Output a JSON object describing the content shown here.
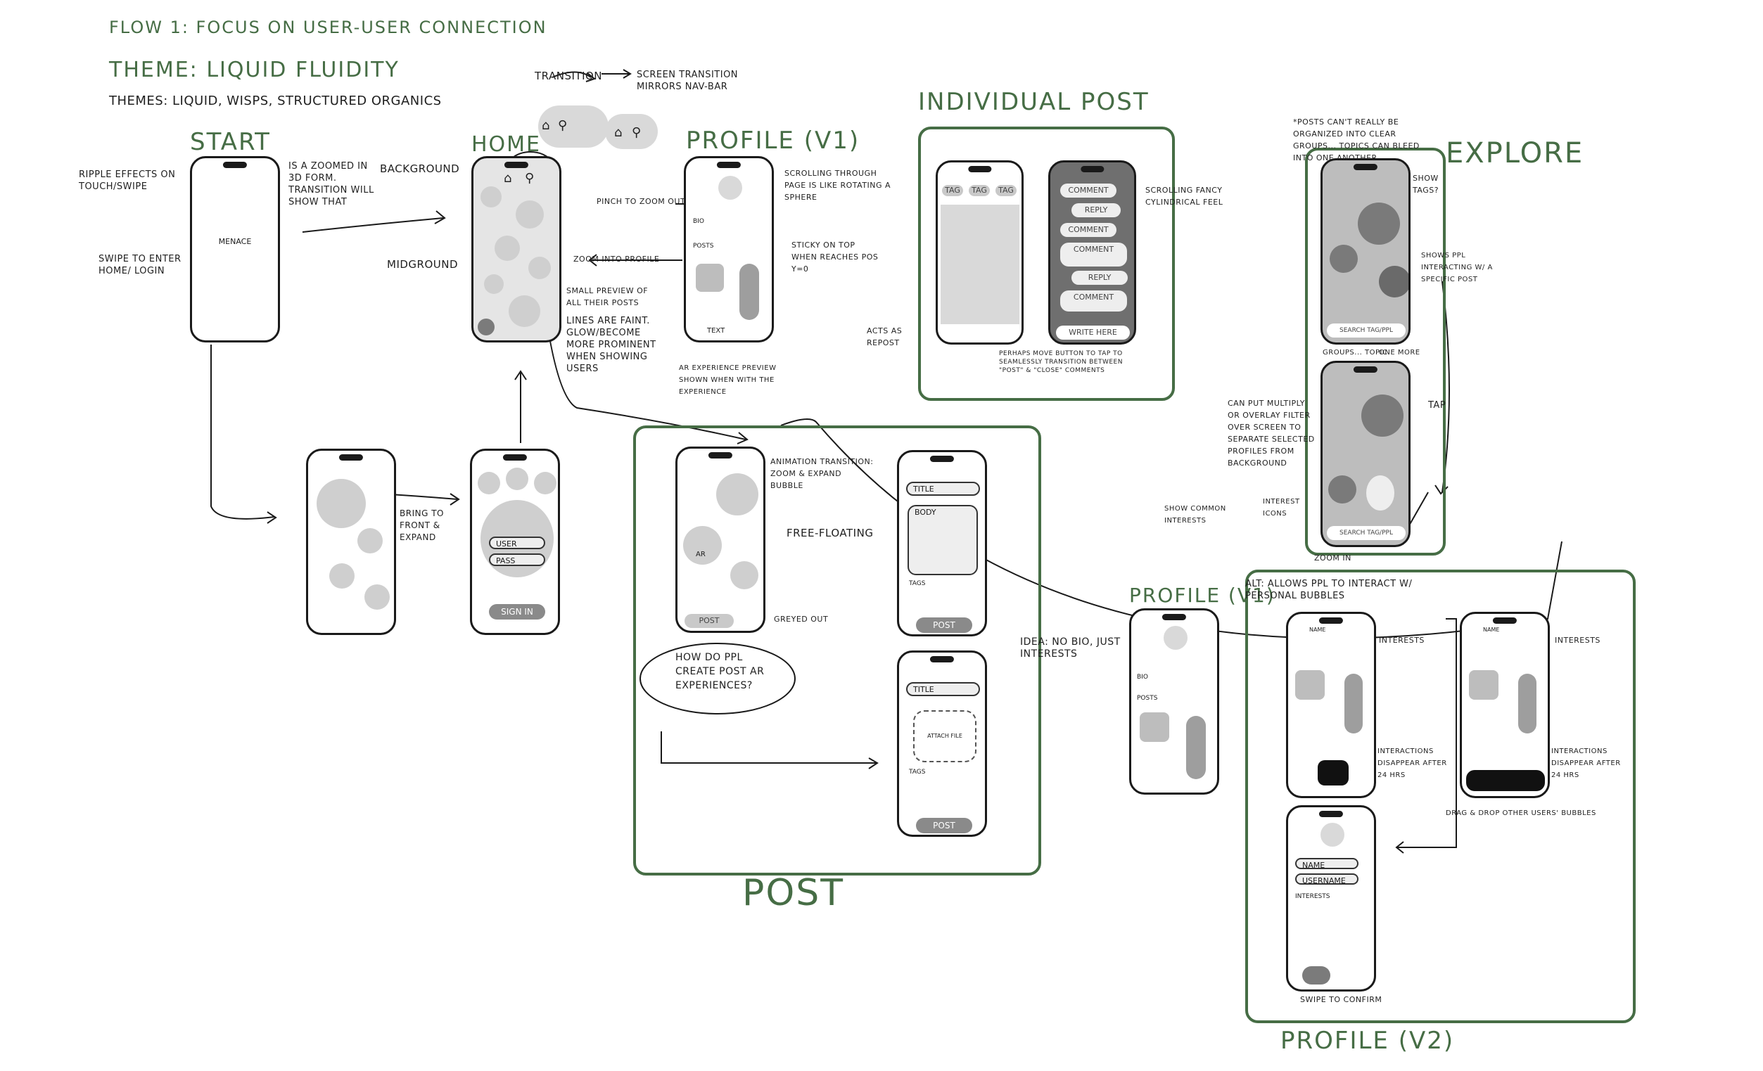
{
  "header": {
    "flow": "FLOW 1: FOCUS ON USER-USER CONNECTION",
    "theme": "THEME: LIQUID FLUIDITY",
    "themes": "THEMES: LIQUID, WISPS, STRUCTURED ORGANICS"
  },
  "sections": {
    "start": "START",
    "home": "HOME",
    "profile_v1": "PROFILE (V1)",
    "individual_post": "INDIVIDUAL POST",
    "explore": "EXPLORE",
    "post": "POST",
    "profile_v1b": "PROFILE (V1)",
    "profile_v2": "PROFILE (V2)"
  },
  "notes": {
    "transition": "TRANSITION",
    "screen_transition": "SCREEN TRANSITION MIRRORS NAV-BAR",
    "ripple": "RIPPLE EFFECTS ON TOUCH/SWIPE",
    "zoomed_3d": "IS A ZOOMED IN 3D FORM. TRANSITION WILL SHOW THAT",
    "swipe_enter": "SWIPE TO ENTER HOME/ LOGIN",
    "menace": "MENACE",
    "background": "BACKGROUND",
    "midground": "MIDGROUND",
    "pinch": "PINCH TO ZOOM OUT",
    "zoom_profile": "ZOOM INTO PROFILE",
    "small_preview": "SMALL PREVIEW OF ALL THEIR POSTS",
    "lines_faint": "LINES ARE FAINT. GLOW/BECOME MORE PROMINENT WHEN SHOWING USERS",
    "scrolling_sphere": "SCROLLING THROUGH PAGE IS LIKE ROTATING A SPHERE",
    "sticky": "STICKY ON TOP WHEN REACHES POS Y=0",
    "ar_experience": "AR EXPERIENCE PREVIEW SHOWN WHEN WITH THE EXPERIENCE",
    "scrolling_fancy": "SCROLLING FANCY CYLINDRICAL FEEL",
    "acts_as_repost": "ACTS AS REPOST",
    "perhaps_move": "PERHAPS MOVE BUTTON TO TAP TO SEAMLESSLY TRANSITION BETWEEN \"POST\" & \"CLOSE\" COMMENTS",
    "posts_cant": "*POSTS CAN'T REALLY BE ORGANIZED INTO CLEAR GROUPS... TOPICS CAN BLEED INTO ONE ANOTHER",
    "show_tags": "SHOW TAGS?",
    "shows_ppl": "SHOWS PPL INTERACTING W/ A SPECIFIC POST",
    "tap": "TAP",
    "multiply": "CAN PUT MULTIPLY OR OVERLAY FILTER OVER SCREEN TO SEPARATE SELECTED PROFILES FROM BACKGROUND",
    "show_common": "SHOW COMMON INTERESTS",
    "interest_icons": "INTEREST ICONS",
    "groups_topic": "GROUPS... TOPIC",
    "one_more": "ONE MORE",
    "zoom_in": "ZOOM IN",
    "bring_front": "BRING TO FRONT & EXPAND",
    "anim_transition": "ANIMATION TRANSITION: ZOOM & EXPAND BUBBLE",
    "free_floating": "FREE-FLOATING",
    "greyed_out": "GREYED OUT",
    "how_create": "HOW DO PPL CREATE POST AR EXPERIENCES?",
    "idea_no_bio": "IDEA: NO BIO, JUST INTERESTS",
    "alt_allows": "ALT: ALLOWS PPL TO INTERACT W/ PERSONAL BUBBLES",
    "interests": "INTERESTS",
    "interests2": "INTERESTS",
    "interactions1": "INTERACTIONS DISAPPEAR AFTER 24 HRS",
    "interactions2": "INTERACTIONS DISAPPEAR AFTER 24 HRS",
    "drag_drop": "DRAG & DROP OTHER USERS' BUBBLES",
    "swipe_confirm": "SWIPE TO CONFIRM"
  },
  "screens": {
    "login_user": "USER",
    "login_pass": "PASS",
    "sign_in": "SIGN IN",
    "posts_label": "POSTS",
    "bio": "BIO",
    "text": "TEXT",
    "comment": "COMMENT",
    "reply": "REPLY",
    "write_here": "WRITE HERE",
    "tag": "TAG",
    "search": "SEARCH TAG/PPL",
    "ar": "AR",
    "post": "POST",
    "title": "TITLE",
    "body": "BODY",
    "tags": "TAGS",
    "attach_file": "ATTACH FILE",
    "name": "NAME",
    "username": "USERNAME",
    "interests": "INTERESTS"
  }
}
